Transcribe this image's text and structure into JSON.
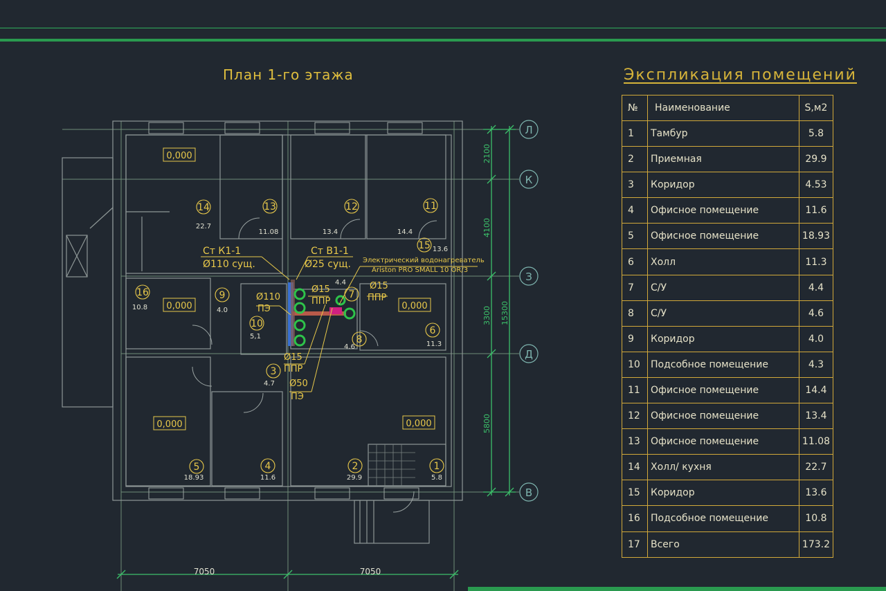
{
  "plan": {
    "title": "План 1-го этажа",
    "elevation": "0,000",
    "rooms": [
      {
        "num": "14",
        "area": "22.7"
      },
      {
        "num": "13",
        "area": "11.08"
      },
      {
        "num": "12",
        "area": "13.4"
      },
      {
        "num": "11",
        "area": "14.4"
      },
      {
        "num": "15",
        "area": "13.6"
      },
      {
        "num": "16",
        "area": "10.8"
      },
      {
        "num": "9",
        "area": "4.0"
      },
      {
        "num": "10",
        "area": "5,1"
      },
      {
        "num": "7",
        "area": "4.4"
      },
      {
        "num": "8",
        "area": "4.6"
      },
      {
        "num": "6",
        "area": "11.3"
      },
      {
        "num": "3",
        "area": "4.7"
      },
      {
        "num": "5",
        "area": "18.93"
      },
      {
        "num": "4",
        "area": "11.6"
      },
      {
        "num": "2",
        "area": "29.9"
      },
      {
        "num": "1",
        "area": "5.8"
      }
    ],
    "axes": [
      "Л",
      "К",
      "З",
      "Д",
      "В"
    ],
    "dims_vertical": [
      "2100",
      "4100",
      "3300",
      "5800"
    ],
    "dim_total": "15300",
    "dims_horizontal": [
      "7050",
      "7050"
    ],
    "annotations": {
      "k1_label": "Ст К1-1",
      "k1_diam": "Ø110 сущ.",
      "b1_label": "Ст В1-1",
      "b1_diam": "Ø25 сущ.",
      "heater1": "Электрический водонагреватель",
      "heater2": "Ariston PRO SMALL 10 OR/3",
      "p15a": "Ø15",
      "ppr_a": "ППР",
      "p15b": "Ø15",
      "ppr_b": "ППР",
      "p110": "Ø110",
      "pe_a": "ПЭ",
      "p15c": "Ø15",
      "ppr_c": "ППР",
      "p50": "Ø50",
      "pe_b": "ПЭ"
    }
  },
  "explication": {
    "title": "Экспликация помещений",
    "headers": [
      "№",
      "Наименование",
      "S,м2"
    ],
    "rows": [
      [
        "1",
        "Тамбур",
        "5.8"
      ],
      [
        "2",
        "Приемная",
        "29.9"
      ],
      [
        "3",
        "Коридор",
        "4.53"
      ],
      [
        "4",
        "Офисное помещение",
        "11.6"
      ],
      [
        "5",
        "Офисное помещение",
        "18.93"
      ],
      [
        "6",
        "Холл",
        "11.3"
      ],
      [
        "7",
        "С/У",
        "4.4"
      ],
      [
        "8",
        "С/У",
        "4.6"
      ],
      [
        "9",
        "Коридор",
        "4.0"
      ],
      [
        "10",
        "Подсобное помещение",
        "4.3"
      ],
      [
        "11",
        "Офисное помещение",
        "14.4"
      ],
      [
        "12",
        "Офисное помещение",
        "13.4"
      ],
      [
        "13",
        "Офисное помещение",
        "11.08"
      ],
      [
        "14",
        "Холл/ кухня",
        "22.7"
      ],
      [
        "15",
        "Коридор",
        "13.6"
      ],
      [
        "16",
        "Подсобное помещение",
        "10.8"
      ],
      [
        "17",
        "Всего",
        "173.2"
      ]
    ]
  },
  "colors": {
    "background": "#212830",
    "accent_green": "#2a9a4f",
    "text_yellow": "#e8c84a",
    "wall": "#8e9796"
  }
}
